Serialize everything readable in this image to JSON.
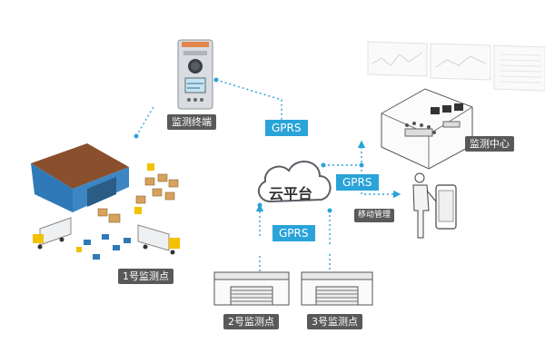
{
  "labels": {
    "terminal": "监测终端",
    "monitor_center": "监测中心",
    "cloud": "云平台",
    "mobile": "移动管理",
    "site1": "1号监测点",
    "site2": "2号监测点",
    "site3": "3号监测点"
  },
  "links": {
    "gprs_terminal": "GPRS",
    "gprs_center": "GPRS",
    "gprs_sites": "GPRS"
  },
  "colors": {
    "connector": "#29a3d8",
    "label_bg": "#595959",
    "gprs_bg": "#29a3d8"
  }
}
